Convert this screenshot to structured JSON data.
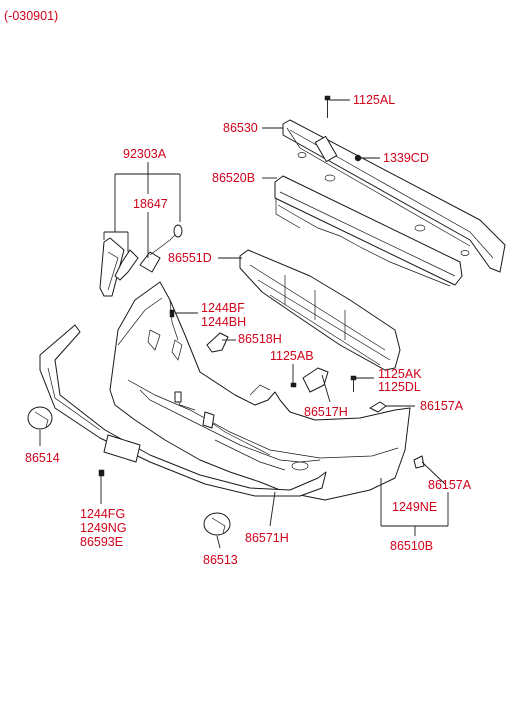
{
  "header": {
    "range": "(-030901)"
  },
  "labels": {
    "l1125AL": "1125AL",
    "l86530": "86530",
    "l1339CD": "1339CD",
    "l86520B": "86520B",
    "l92303A": "92303A",
    "l18647": "18647",
    "l86551D": "86551D",
    "l1244BF": "1244BF",
    "l1244BH": "1244BH",
    "l86518H": "86518H",
    "l1125AB": "1125AB",
    "l1125AK": "1125AK",
    "l1125DL": "1125DL",
    "l86517H": "86517H",
    "l86157A_1": "86157A",
    "l86514": "86514",
    "l86157A_2": "86157A",
    "l1249NE": "1249NE",
    "l1244FG": "1244FG",
    "l1249NG": "1249NG",
    "l86593E": "86593E",
    "l86571H": "86571H",
    "l86510B": "86510B",
    "l86513": "86513"
  },
  "colors": {
    "label": "#d0021b",
    "line": "#1a1a1a"
  }
}
